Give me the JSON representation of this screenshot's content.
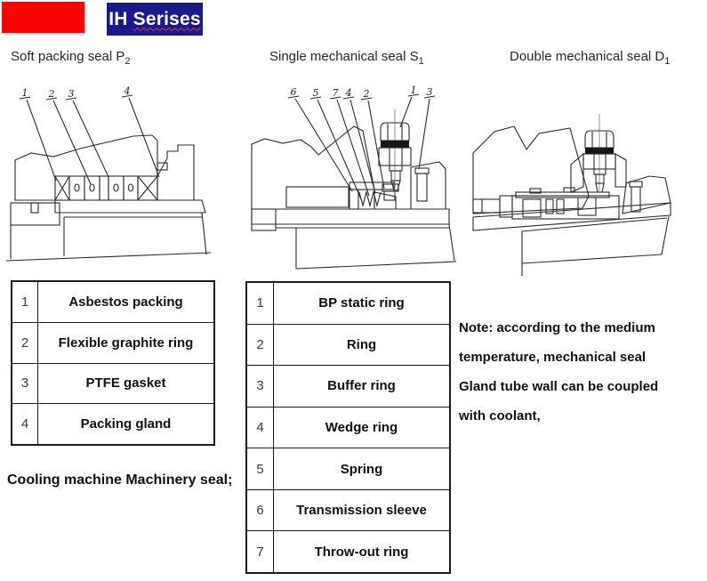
{
  "palette": {
    "header_red": "#fa0404",
    "header_navy": "#1b1a8c",
    "title_text": "#ffffff",
    "ink": "#1c1c1c"
  },
  "header": {
    "title_main": "IH",
    "title_rest": "Serises"
  },
  "figures": [
    {
      "caption": "Soft packing seal P",
      "caption_sub": "2",
      "callouts": [
        "1",
        "2",
        "3",
        "4"
      ]
    },
    {
      "caption": "Single mechanical seal S",
      "caption_sub": "1",
      "callouts": [
        "6",
        "5",
        "7",
        "4",
        "2",
        "1",
        "3"
      ]
    },
    {
      "caption": "Double mechanical seal D",
      "caption_sub": "1",
      "callouts": []
    }
  ],
  "tables": {
    "soft_packing_parts": [
      {
        "no": "1",
        "name": "Asbestos packing"
      },
      {
        "no": "2",
        "name": "Flexible graphite ring"
      },
      {
        "no": "3",
        "name": "PTFE gasket"
      },
      {
        "no": "4",
        "name": "Packing gland"
      }
    ],
    "mechanical_seal_parts": [
      {
        "no": "1",
        "name": "BP static ring"
      },
      {
        "no": "2",
        "name": "Ring"
      },
      {
        "no": "3",
        "name": "Buffer ring"
      },
      {
        "no": "4",
        "name": "Wedge ring"
      },
      {
        "no": "5",
        "name": "Spring"
      },
      {
        "no": "6",
        "name": "Transmission sleeve"
      },
      {
        "no": "7",
        "name": "Throw-out ring"
      }
    ]
  },
  "notes": {
    "cooling_line": "Cooling machine Machinery seal;",
    "note_lines": [
      "Note: according to the medium",
      "temperature, mechanical seal",
      "Gland tube wall can be coupled",
      "with coolant,"
    ]
  }
}
